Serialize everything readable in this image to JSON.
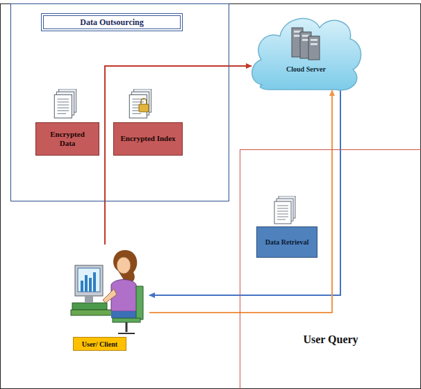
{
  "diagram": {
    "nodes": [
      {
        "text": [
          "Data Outsourcing"
        ]
      },
      {
        "text": [
          "Encrypted Data"
        ],
        "in": 0
      },
      {
        "text": [
          "Encrypted Index"
        ],
        "in": 0
      },
      {
        "text": [
          "Cloud Server"
        ]
      },
      {
        "text": [
          "User Query"
        ]
      },
      {
        "text": [
          "Data Retrieval"
        ],
        "in": 4
      },
      {
        "text": [
          "User/ Client"
        ]
      }
    ],
    "edges": [
      {
        "from": 6,
        "to": 3,
        "arrow": "to"
      },
      {
        "from": 3,
        "to": 6,
        "arrow": "to"
      },
      {
        "from": 6,
        "to": 3,
        "arrow": "to"
      }
    ]
  }
}
